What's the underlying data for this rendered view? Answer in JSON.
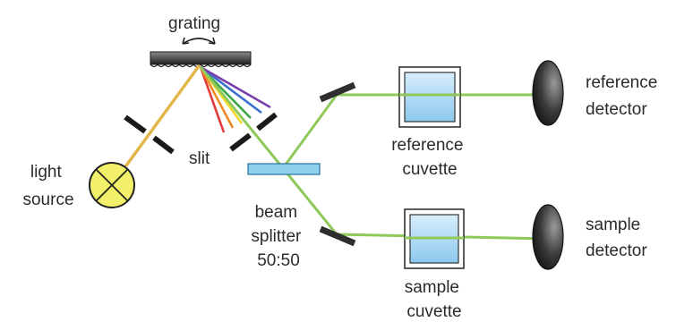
{
  "labels": {
    "grating": "grating",
    "slit": "slit",
    "light_source": [
      "light",
      "source"
    ],
    "beam_splitter": [
      "beam",
      "splitter",
      "50:50"
    ],
    "reference_cuvette": [
      "reference",
      "cuvette"
    ],
    "sample_cuvette": [
      "sample",
      "cuvette"
    ],
    "reference_detector": [
      "reference",
      "detector"
    ],
    "sample_detector": [
      "sample",
      "detector"
    ]
  },
  "colors": {
    "white_beam": "#e3b64b",
    "green_beam": "#8ec95a",
    "spectrum": [
      "#e23b3b",
      "#f08a24",
      "#f2d82a",
      "#3ca64a",
      "#3a6fd0",
      "#7b3fb0"
    ],
    "splitter_fill": "#8fd0ef",
    "cuvette_fill": "#a9d8f3",
    "lamp_fill": "#f2f06a",
    "dark_parts": "#262626"
  }
}
